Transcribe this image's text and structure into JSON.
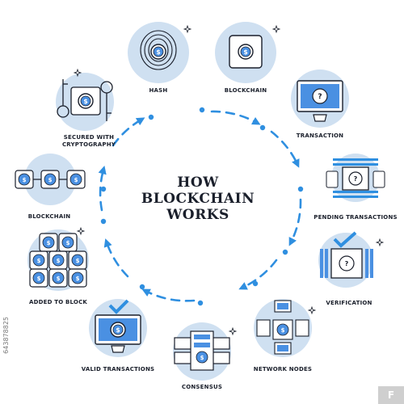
{
  "title_lines": [
    "HOW",
    "BLOCKCHAIN",
    "WORKS"
  ],
  "steps": [
    {
      "label": "HASH",
      "icon": "fingerprint-coin-icon"
    },
    {
      "label": "BLOCKCHAIN",
      "icon": "coin-block-icon"
    },
    {
      "label": "TRANSACTION",
      "icon": "monitor-question-icon"
    },
    {
      "label": "PENDING TRANSACTIONS",
      "icon": "pending-blocks-icon"
    },
    {
      "label": "VERIFICATION",
      "icon": "verified-block-icon"
    },
    {
      "label": "NETWORK NODES",
      "icon": "network-grid-icon"
    },
    {
      "label": "CONSENSUS",
      "icon": "server-stack-icon"
    },
    {
      "label": "VALID TRANSACTIONS",
      "icon": "monitor-coin-check-icon"
    },
    {
      "label": "ADDED TO BLOCK",
      "icon": "block-pyramid-icon"
    },
    {
      "label": "BLOCKCHAIN",
      "icon": "block-chain-row-icon"
    },
    {
      "label": "SECURED WITH",
      "label2": "CRYPTOGRAPHY",
      "icon": "keys-coin-icon"
    }
  ],
  "stock_id": "643878825",
  "stock_badge": "F",
  "colors": {
    "accent": "#2f8fe0",
    "circle": "#cfe0f1",
    "dark": "#1a1f2b",
    "fill": "#4a90e2"
  }
}
